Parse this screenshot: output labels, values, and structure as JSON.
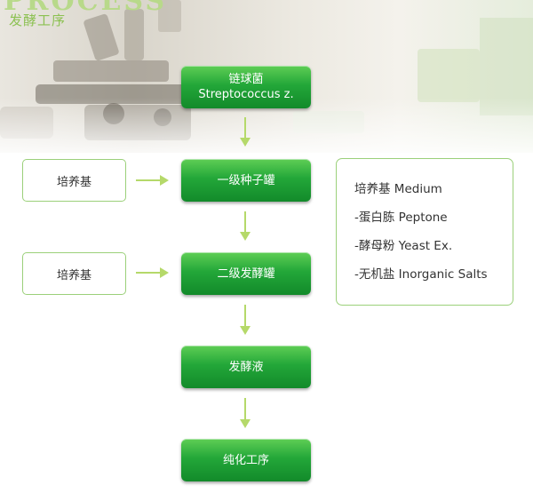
{
  "header": {
    "brand_en": "PROCESS",
    "brand_cn": "发酵工序"
  },
  "flow": {
    "steps": [
      {
        "cn": "链球菌",
        "en": "Streptococcus z."
      },
      {
        "cn": "一级种子罐"
      },
      {
        "cn": "二级发酵罐"
      },
      {
        "cn": "发酵液"
      },
      {
        "cn": "纯化工序"
      }
    ],
    "inputs": [
      {
        "label": "培养基"
      },
      {
        "label": "培养基"
      }
    ]
  },
  "legend": {
    "title": "培养基 Medium",
    "items": [
      "-蛋白胨 Peptone",
      "-酵母粉 Yeast Ex.",
      "-无机盐 Inorganic Salts"
    ]
  },
  "colors": {
    "step_green": "#23a739",
    "arrow_green": "#b5d96a",
    "box_border": "#9bd07a",
    "brand_green": "#8cc152"
  }
}
